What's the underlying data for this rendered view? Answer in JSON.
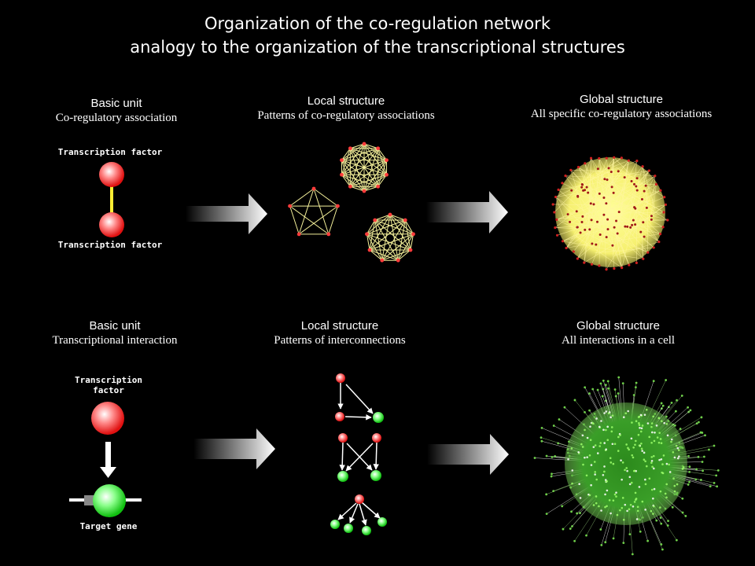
{
  "title_line1": "Organization of the co-regulation network",
  "title_line2": "analogy to the organization of the transcriptional structures",
  "top": {
    "basic": {
      "heading": "Basic unit",
      "sub": "Co-regulatory association",
      "node_top_label": "Transcription factor",
      "node_bottom_label": "Transcription factor"
    },
    "local": {
      "heading": "Local structure",
      "sub": "Patterns of co-regulatory associations"
    },
    "global": {
      "heading": "Global structure",
      "sub": "All specific co-regulatory associations"
    }
  },
  "bottom": {
    "basic": {
      "heading": "Basic unit",
      "sub": "Transcriptional interaction",
      "tf_label": "Transcription factor",
      "target_label": "Target gene"
    },
    "local": {
      "heading": "Local structure",
      "sub": "Patterns of  interconnections"
    },
    "global": {
      "heading": "Global structure",
      "sub": "All interactions in a cell"
    }
  },
  "colors": {
    "tf_node": "#ff3b3b",
    "target_node": "#33ee33",
    "edge": "#f4f09a",
    "link": "#ffee33"
  }
}
